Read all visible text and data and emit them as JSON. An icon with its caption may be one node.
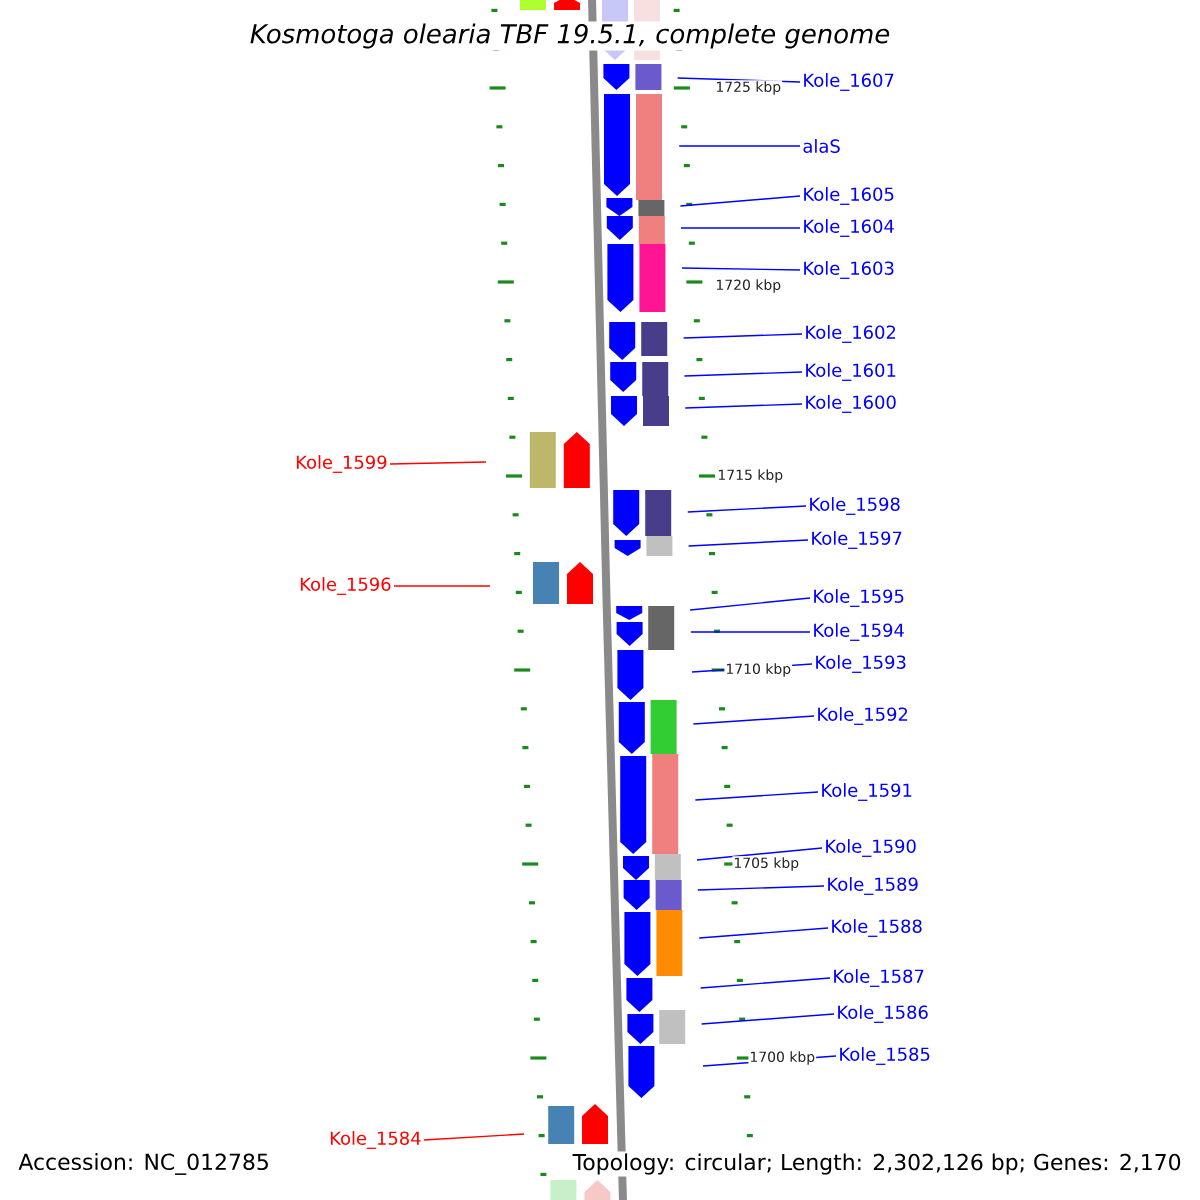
{
  "diagram": {
    "title": "Kosmotoga olearia TBF 19.5.1, complete genome",
    "nodes": [
      {
        "text": [
          "Kole_1607"
        ]
      },
      {
        "text": [
          "alaS"
        ]
      },
      {
        "text": [
          "Kole_1605"
        ]
      },
      {
        "text": [
          "Kole_1604"
        ]
      },
      {
        "text": [
          "Kole_1603"
        ]
      },
      {
        "text": [
          "Kole_1602"
        ]
      },
      {
        "text": [
          "Kole_1601"
        ]
      },
      {
        "text": [
          "Kole_1600"
        ]
      },
      {
        "text": [
          "Kole_1599"
        ]
      },
      {
        "text": [
          "Kole_1598"
        ]
      },
      {
        "text": [
          "Kole_1597"
        ]
      },
      {
        "text": [
          "Kole_1596"
        ]
      },
      {
        "text": [
          "Kole_1595"
        ]
      },
      {
        "text": [
          "Kole_1594"
        ]
      },
      {
        "text": [
          "Kole_1593"
        ]
      },
      {
        "text": [
          "Kole_1592"
        ]
      },
      {
        "text": [
          "Kole_1591"
        ]
      },
      {
        "text": [
          "Kole_1590"
        ]
      },
      {
        "text": [
          "Kole_1589"
        ]
      },
      {
        "text": [
          "Kole_1588"
        ]
      },
      {
        "text": [
          "Kole_1587"
        ]
      },
      {
        "text": [
          "Kole_1586"
        ]
      },
      {
        "text": [
          "Kole_1585"
        ]
      },
      {
        "text": [
          "Kole_1584"
        ]
      }
    ],
    "edges": [
      {
        "from": 0,
        "to": null,
        "arrow": "none"
      },
      {
        "from": 1,
        "to": null,
        "arrow": "none"
      },
      {
        "from": 2,
        "to": null,
        "arrow": "none"
      },
      {
        "from": 3,
        "to": null,
        "arrow": "none"
      },
      {
        "from": 4,
        "to": null,
        "arrow": "none"
      },
      {
        "from": 5,
        "to": null,
        "arrow": "none"
      },
      {
        "from": 6,
        "to": null,
        "arrow": "none"
      },
      {
        "from": 7,
        "to": null,
        "arrow": "none"
      },
      {
        "from": 8,
        "to": null,
        "arrow": "none",
        "color": "#ff0000"
      },
      {
        "from": 9,
        "to": null,
        "arrow": "none"
      },
      {
        "from": 10,
        "to": null,
        "arrow": "none"
      },
      {
        "from": 11,
        "to": null,
        "arrow": "none",
        "color": "#ff0000"
      },
      {
        "from": 12,
        "to": null,
        "arrow": "none"
      },
      {
        "from": 13,
        "to": null,
        "arrow": "none"
      },
      {
        "from": 14,
        "to": null,
        "arrow": "none"
      },
      {
        "from": 15,
        "to": null,
        "arrow": "none"
      },
      {
        "from": 16,
        "to": null,
        "arrow": "none"
      },
      {
        "from": 17,
        "to": null,
        "arrow": "none"
      },
      {
        "from": 18,
        "to": null,
        "arrow": "none"
      },
      {
        "from": 19,
        "to": null,
        "arrow": "none"
      },
      {
        "from": 20,
        "to": null,
        "arrow": "none"
      },
      {
        "from": 21,
        "to": null,
        "arrow": "none"
      },
      {
        "from": 22,
        "to": null,
        "arrow": "none"
      },
      {
        "from": 23,
        "to": null,
        "arrow": "none",
        "color": "#ff0000"
      }
    ],
    "labels": [
      "1725 kbp",
      "1720 kbp",
      "1715 kbp",
      "1710 kbp",
      "1705 kbp",
      "1700 kbp",
      "Accession: NC_012785",
      "Topology: circular; Length: 2,302,126 bp; Genes: 2,170"
    ]
  }
}
